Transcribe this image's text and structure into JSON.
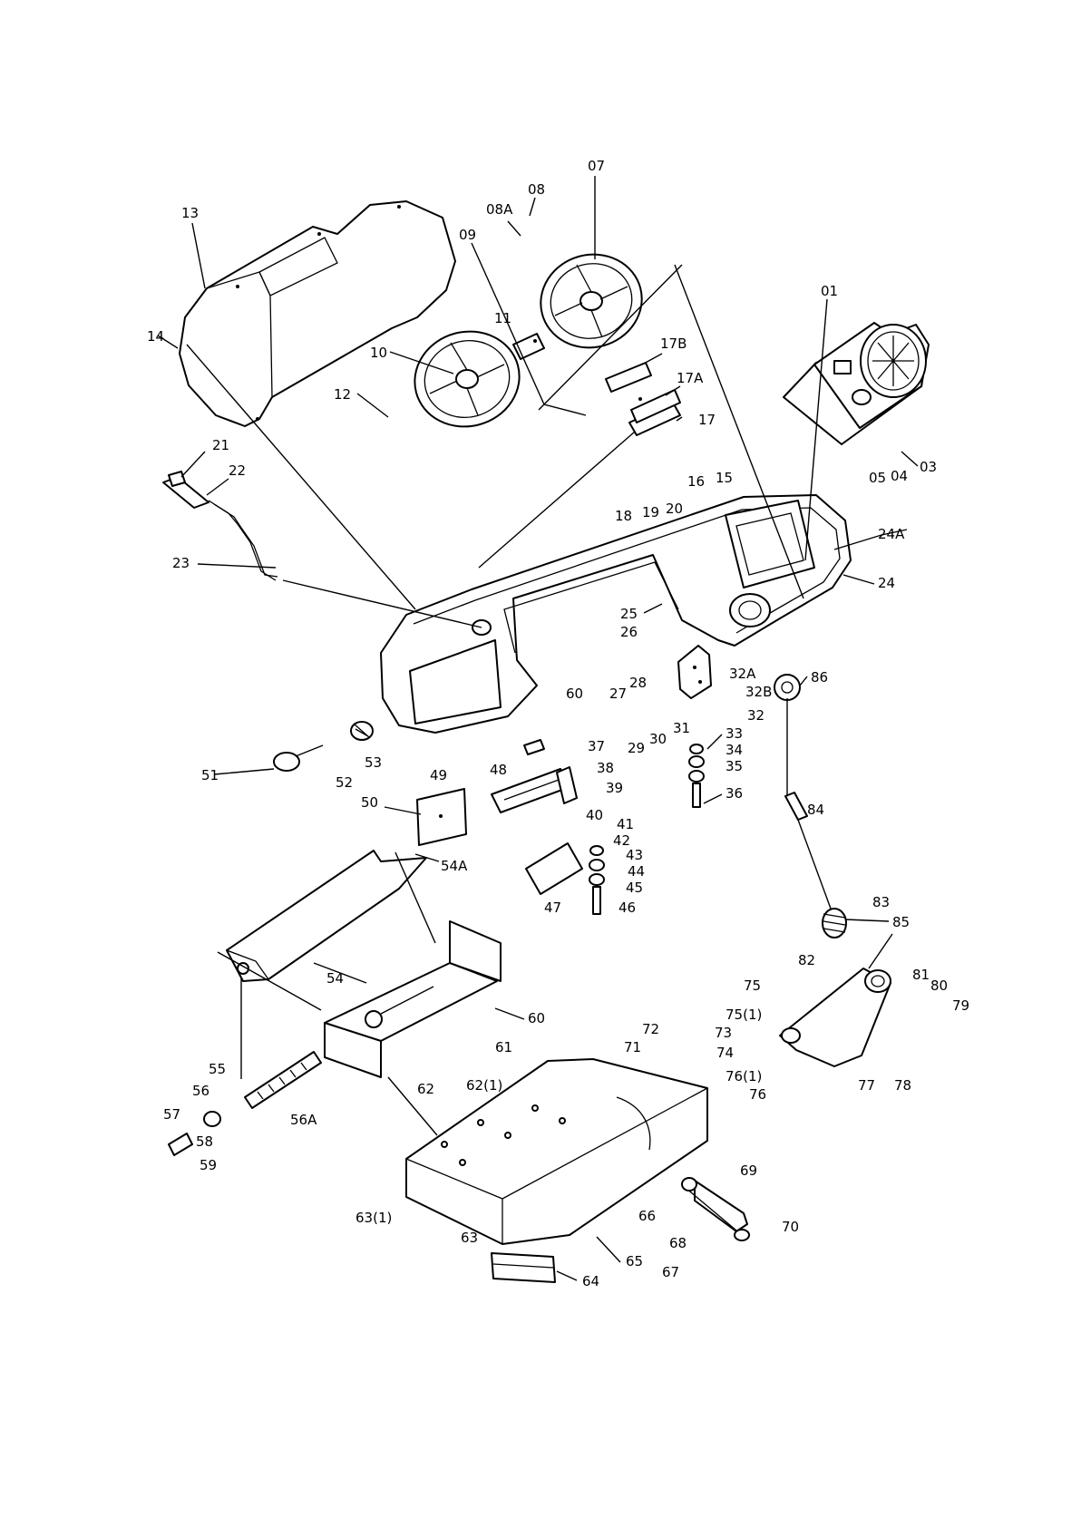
{
  "labels": {
    "l01": "01",
    "l03": "03",
    "l04": "04",
    "l05": "05",
    "l07": "07",
    "l08": "08",
    "l08a": "08A",
    "l09": "09",
    "l10": "10",
    "l11": "11",
    "l12": "12",
    "l13": "13",
    "l14": "14",
    "l15": "15",
    "l16": "16",
    "l17": "17",
    "l17a": "17A",
    "l17b": "17B",
    "l18": "18",
    "l19": "19",
    "l20": "20",
    "l21": "21",
    "l22": "22",
    "l23": "23",
    "l24": "24",
    "l24a": "24A",
    "l25": "25",
    "l26": "26",
    "l27": "27",
    "l28": "28",
    "l29": "29",
    "l30": "30",
    "l31": "31",
    "l32": "32",
    "l32a": "32A",
    "l32b": "32B",
    "l33": "33",
    "l34": "34",
    "l35": "35",
    "l36": "36",
    "l37": "37",
    "l38": "38",
    "l39": "39",
    "l40": "40",
    "l41": "41",
    "l42": "42",
    "l43": "43",
    "l44": "44",
    "l45": "45",
    "l46": "46",
    "l47": "47",
    "l48": "48",
    "l49": "49",
    "l50": "50",
    "l51": "51",
    "l52": "52",
    "l53": "53",
    "l54": "54",
    "l54a": "54A",
    "l55": "55",
    "l56": "56",
    "l56a": "56A",
    "l57": "57",
    "l58": "58",
    "l59": "59",
    "l60a": "60",
    "l60b": "60",
    "l61": "61",
    "l62": "62",
    "l62_1": "62(1)",
    "l63": "63",
    "l63_1": "63(1)",
    "l64": "64",
    "l65": "65",
    "l66": "66",
    "l67": "67",
    "l68": "68",
    "l69": "69",
    "l70": "70",
    "l71": "71",
    "l72": "72",
    "l73": "73",
    "l74": "74",
    "l75": "75",
    "l75_1": "75(1)",
    "l76": "76",
    "l76_1": "76(1)",
    "l77": "77",
    "l78": "78",
    "l79": "79",
    "l80": "80",
    "l81": "81",
    "l82": "82",
    "l83": "83",
    "l84": "84",
    "l85": "85",
    "l86": "86"
  }
}
